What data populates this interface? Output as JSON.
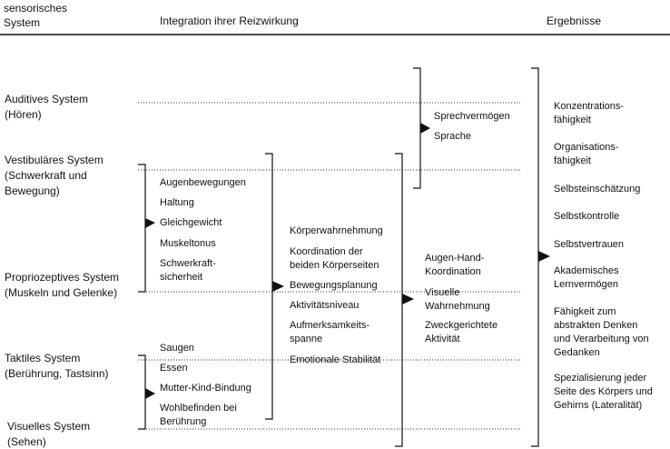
{
  "headers": {
    "sensory": "sensorisches\nSystem",
    "integration": "Integration ihrer Reizwirkung",
    "results": "Ergebnisse"
  },
  "systems": [
    "Auditives System\n(Hören)",
    "Vestibuläres System\n(Schwerkraft und\nBewegung)",
    "Propriozeptives System\n(Muskeln und Gelenke)",
    "Taktiles System\n(Berührung, Tastsinn)",
    "Visuelles System\n(Sehen)"
  ],
  "level1_vestibular": [
    "Augenbewegungen",
    "Haltung",
    "Gleichgewicht",
    "Muskeltonus",
    "Schwerkraft-\nsicherheit"
  ],
  "level1_tactile": [
    "Saugen",
    "Essen",
    "Mutter-Kind-Bindung",
    "Wohlbefinden bei\nBerührung"
  ],
  "level2": [
    "Körperwahrnehmung",
    "Koordination der\nbeiden Körperseiten",
    "Bewegungsplanung",
    "Aktivitätsniveau",
    "Aufmerksamkeits-\nspanne",
    "Emotionale Stabilität"
  ],
  "level3_auditory": [
    "Sprechvermögen",
    "Sprache"
  ],
  "level3_visual": [
    "Augen-Hand-\nKoordination",
    "Visuelle\nWahrnehmung",
    "Zweckgerichtete\nAktivität"
  ],
  "results": [
    "Konzentrations-\nfähigkeit",
    "Organisations-\nfähigkeit",
    "Selbsteinschätzung",
    "Selbstkontrolle",
    "Selbstvertrauen",
    "Akademisches\nLernvermögen",
    "Fähigkeit zum\nabstrakten Denken\nund Verarbeitung von\nGedanken",
    "Spezialisierung jeder\nSeite des Körpers und\nGehirns (Lateralität)"
  ]
}
